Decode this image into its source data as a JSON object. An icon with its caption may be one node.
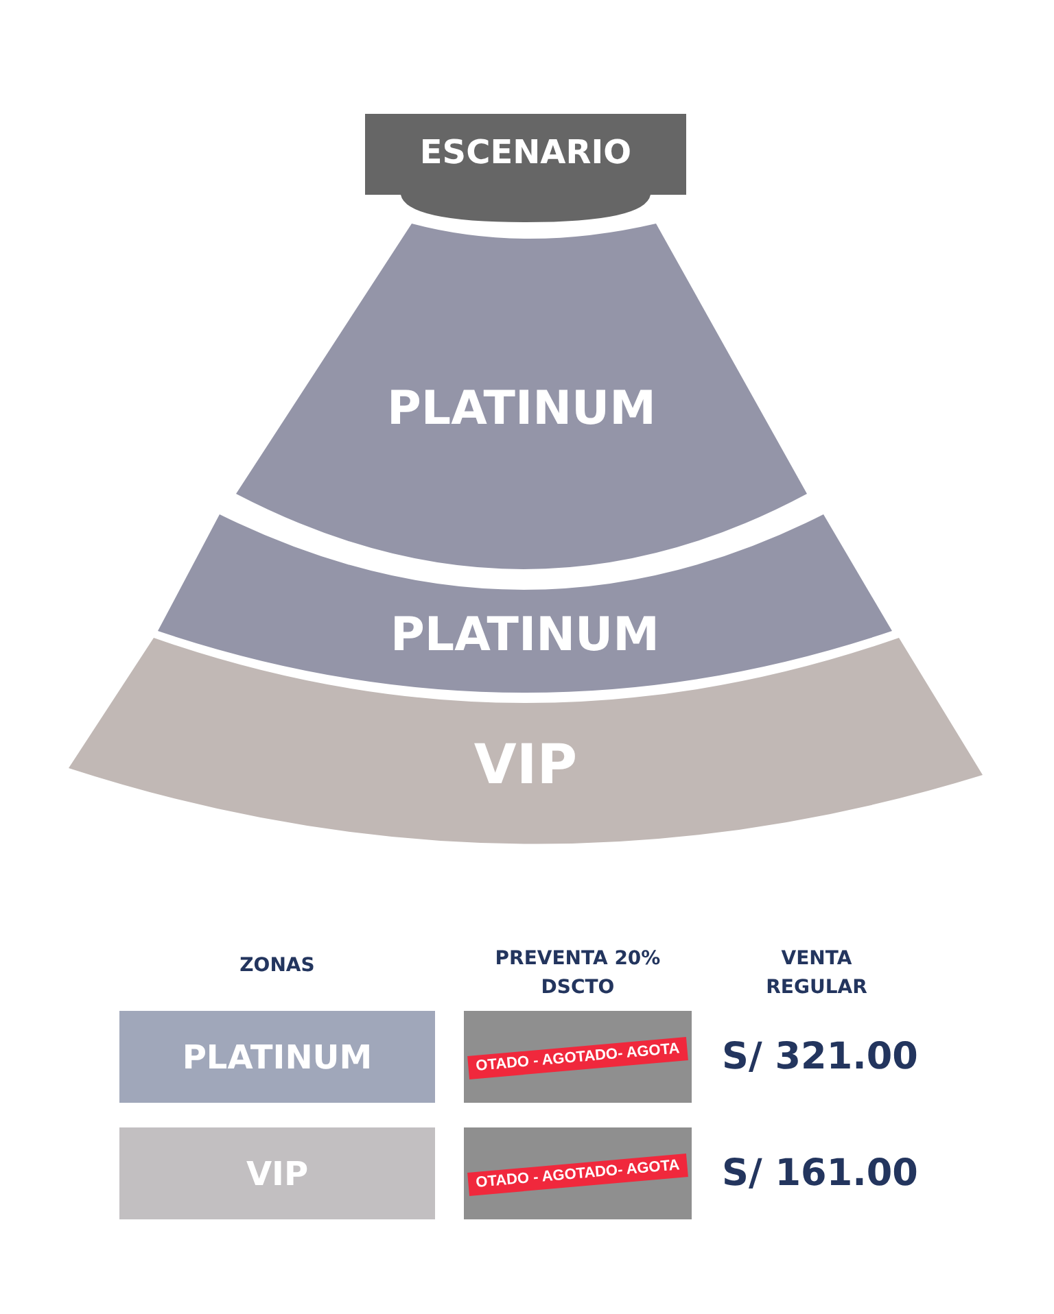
{
  "diagram": {
    "nodes": [
      {
        "text": [
          "ESCENARIO"
        ]
      },
      {
        "text": [
          "PLATINUM"
        ]
      },
      {
        "text": [
          "PLATINUM"
        ]
      },
      {
        "text": [
          "VIP"
        ]
      }
    ],
    "labels": [
      "ZONAS",
      "PREVENTA 20% DSCTO",
      "VENTA REGULAR",
      "PLATINUM",
      "OTADO - AGOTADO- AGOTA",
      "S/ 321.00",
      "VIP",
      "OTADO - AGOTADO- AGOTA",
      "S/ 161.00"
    ]
  }
}
